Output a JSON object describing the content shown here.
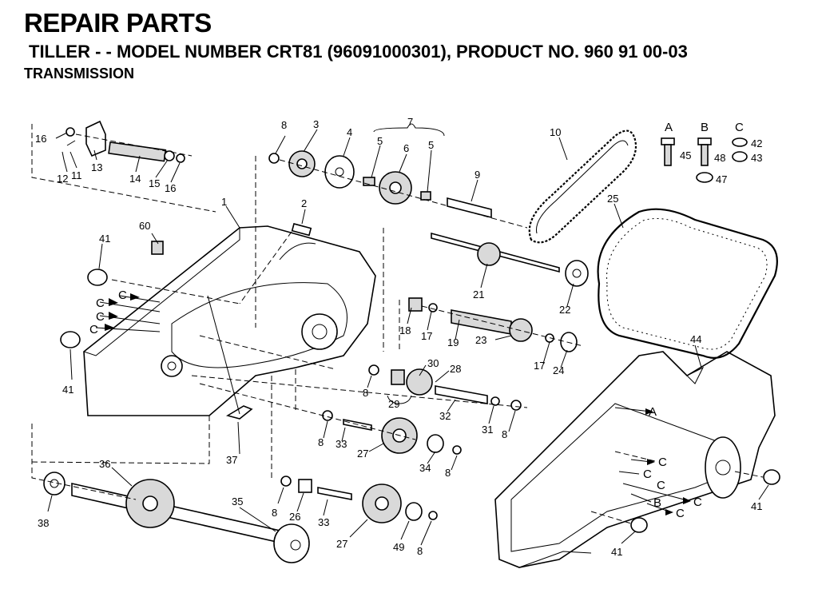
{
  "header": {
    "title": "REPAIR PARTS",
    "model_line": "TILLER - - MODEL NUMBER CRT81 (96091000301), PRODUCT NO. 960 91 00-03",
    "section": "TRANSMISSION"
  },
  "legend": {
    "col_a": "A",
    "col_b": "B",
    "col_c": "C",
    "n45": "45",
    "n48": "48",
    "n42": "42",
    "n43": "43",
    "n47": "47"
  },
  "labels": {
    "l1": "1",
    "l2": "2",
    "l3": "3",
    "l4": "4",
    "l5a": "5",
    "l5b": "5",
    "l6": "6",
    "l7": "7",
    "l8a": "8",
    "l8b": "8",
    "l8c": "8",
    "l8d": "8",
    "l8e": "8",
    "l8f": "8",
    "l8g": "8",
    "l9": "9",
    "l10": "10",
    "l11": "11",
    "l12": "12",
    "l13": "13",
    "l14": "14",
    "l15": "15",
    "l16a": "16",
    "l16b": "16",
    "l17a": "17",
    "l17b": "17",
    "l18": "18",
    "l19": "19",
    "l21": "21",
    "l22": "22",
    "l23": "23",
    "l24": "24",
    "l25": "25",
    "l26": "26",
    "l27a": "27",
    "l27b": "27",
    "l28": "28",
    "l29": "29",
    "l30": "30",
    "l31": "31",
    "l32": "32",
    "l33a": "33",
    "l33b": "33",
    "l34": "34",
    "l35": "35",
    "l36": "36",
    "l37": "37",
    "l38": "38",
    "l41a": "41",
    "l41b": "41",
    "l41c": "41",
    "l41d": "41",
    "l44": "44",
    "l49": "49",
    "l60": "60"
  },
  "callouts": {
    "c1": "C",
    "c2": "C",
    "c3": "C",
    "c4": "C",
    "c5": "C",
    "c6": "C",
    "c7": "C",
    "c8": "C",
    "c9": "C",
    "a1": "A",
    "b1": "B"
  }
}
